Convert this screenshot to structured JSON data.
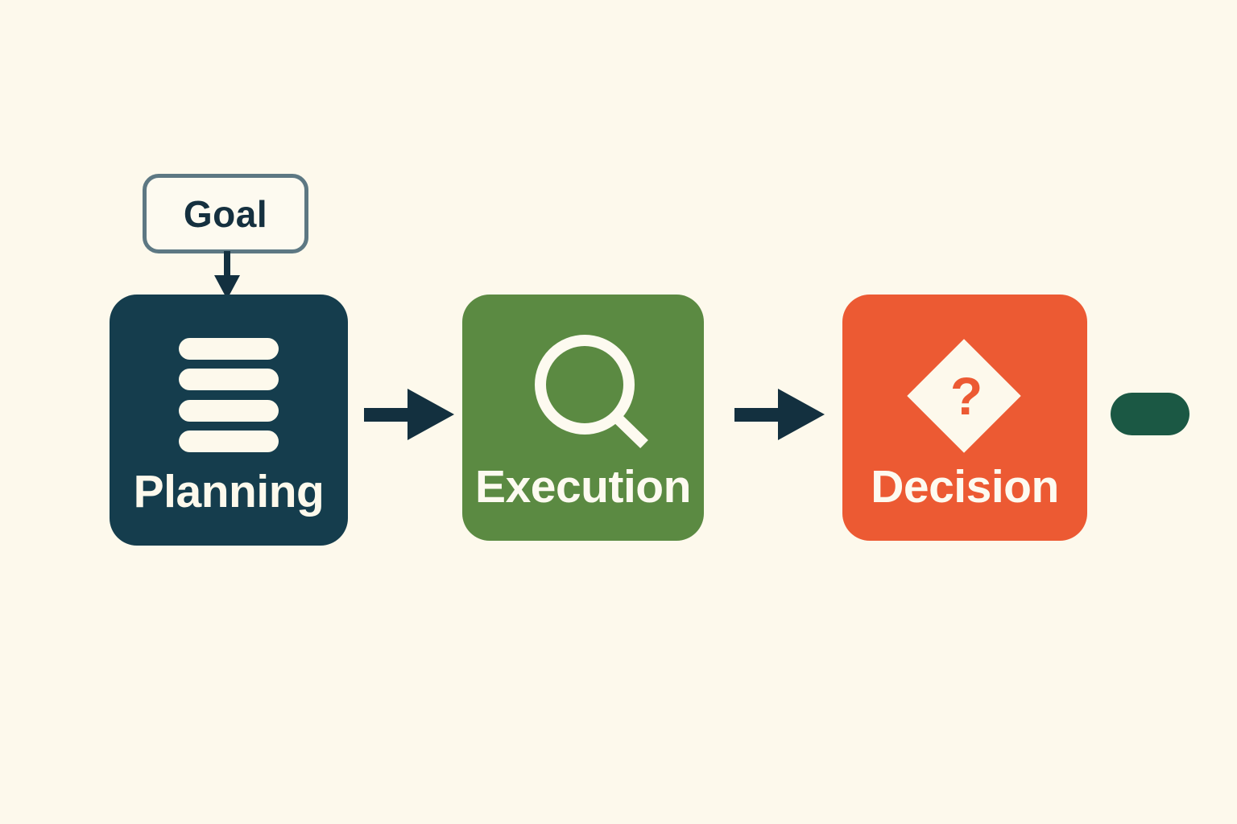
{
  "background_color": "#fdf9ec",
  "goal": {
    "label": "Goal",
    "border_color": "#5d7883",
    "fill_color": "#fdfaf0",
    "text_color": "#15303f"
  },
  "connectors": {
    "goal_to_planning": {
      "icon": "arrow-down-icon",
      "color": "#13303f"
    },
    "planning_to_execution": {
      "icon": "arrow-right-icon",
      "color": "#13303f"
    },
    "execution_to_decision": {
      "icon": "arrow-right-icon",
      "color": "#13303f"
    }
  },
  "stages": [
    {
      "id": "planning",
      "label": "Planning",
      "fill_color": "#153d4d",
      "text_color": "#fdf9ec",
      "icon": "list-lines-icon",
      "icon_color": "#fdf9ec",
      "icon_bars": 4
    },
    {
      "id": "execution",
      "label": "Execution",
      "fill_color": "#5b8a42",
      "text_color": "#fdfaf0",
      "icon": "magnifying-glass-icon",
      "icon_color": "#fdfaf0"
    },
    {
      "id": "decision",
      "label": "Decision",
      "fill_color": "#ec5a33",
      "text_color": "#fdfaf0",
      "icon": "diamond-question-icon",
      "icon_color": "#fdf9ec",
      "icon_glyph": "?",
      "icon_glyph_color": "#ec5a33"
    }
  ],
  "end_marker": {
    "label": "",
    "shape": "pill",
    "fill_color": "#1b5844"
  }
}
